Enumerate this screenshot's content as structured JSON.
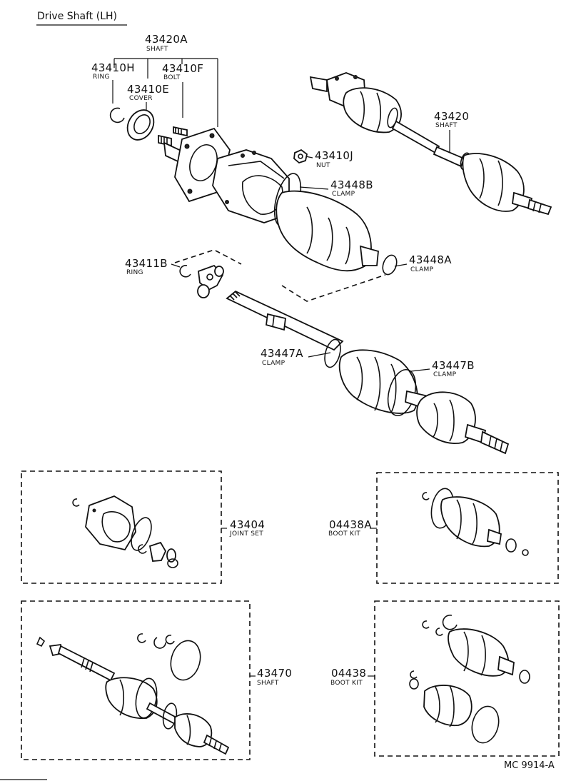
{
  "title": "Drive Shaft (LH)",
  "figure_code": "MC 9914-A",
  "labels": {
    "shaft_a": {
      "number": "43420A",
      "name": "SHAFT"
    },
    "ring_h": {
      "number": "43410H",
      "name": "RING"
    },
    "bolt_f": {
      "number": "43410F",
      "name": "BOLT"
    },
    "cover_e": {
      "number": "43410E",
      "name": "COVER"
    },
    "shaft": {
      "number": "43420",
      "name": "SHAFT"
    },
    "nut_j": {
      "number": "43410J",
      "name": "NUT"
    },
    "clamp_448b": {
      "number": "43448B",
      "name": "CLAMP"
    },
    "ring_411b": {
      "number": "43411B",
      "name": "RING"
    },
    "clamp_448a": {
      "number": "43448A",
      "name": "CLAMP"
    },
    "clamp_447a": {
      "number": "43447A",
      "name": "CLAMP"
    },
    "clamp_447b": {
      "number": "43447B",
      "name": "CLAMP"
    },
    "joint_set": {
      "number": "43404",
      "name": "JOINT SET"
    },
    "boot_kit_a": {
      "number": "04438A",
      "name": "BOOT KIT"
    },
    "shaft_470": {
      "number": "43470",
      "name": "SHAFT"
    },
    "boot_kit": {
      "number": "04438",
      "name": "BOOT KIT"
    }
  }
}
